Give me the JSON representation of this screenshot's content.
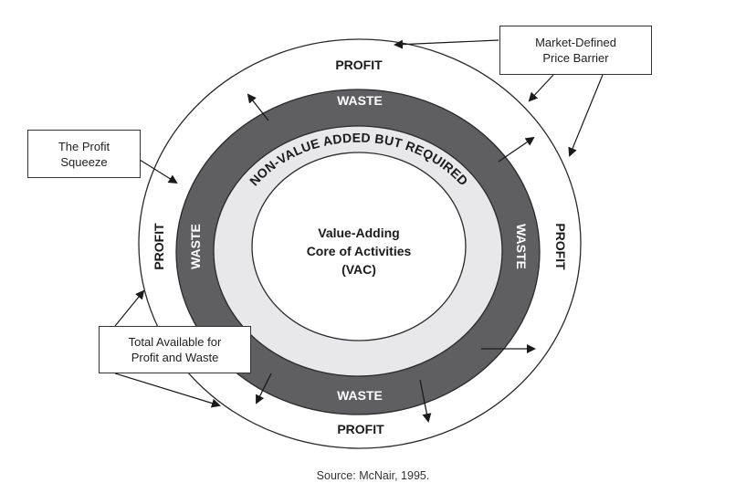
{
  "figure": {
    "source_caption": "Source: McNair, 1995.",
    "colors": {
      "profit_ring": "#ffffff",
      "waste_ring": "#5f5f61",
      "nva_ring": "#e8e8ea",
      "core": "#ffffff",
      "outline": "#2a2a2a",
      "dark_text": "#1a1a1a",
      "light_text": "#ffffff"
    },
    "rings": {
      "profit_labels": {
        "top": "PROFIT",
        "bottom": "PROFIT",
        "left": "PROFIT",
        "right": "PROFIT"
      },
      "waste_labels": {
        "top": "WASTE",
        "bottom": "WASTE",
        "left": "WASTE",
        "right": "WASTE"
      },
      "nva_label": "NON-VALUE ADDED BUT REQUIRED",
      "core_lines": [
        "Value-Adding",
        "Core of Activities",
        "(VAC)"
      ]
    },
    "callouts": {
      "price_barrier": {
        "lines": [
          "Market-Defined",
          "Price Barrier"
        ]
      },
      "profit_squeeze": {
        "lines": [
          "The Profit",
          "Squeeze"
        ]
      },
      "total_available": {
        "lines": [
          "Total Available for",
          "Profit and Waste"
        ]
      }
    }
  }
}
